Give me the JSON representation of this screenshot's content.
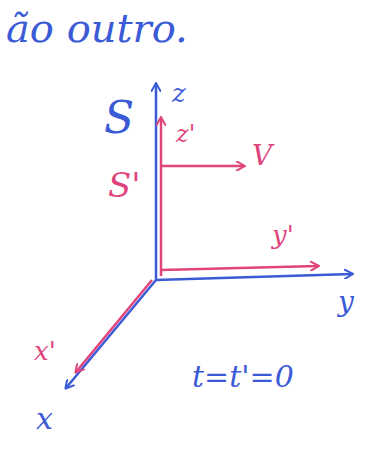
{
  "diagram": {
    "labels": [
      "ão outro.",
      "S",
      "z",
      "z'",
      "S'",
      "V",
      "y'",
      "y",
      "x'",
      "x",
      "t=t'=0"
    ]
  }
}
